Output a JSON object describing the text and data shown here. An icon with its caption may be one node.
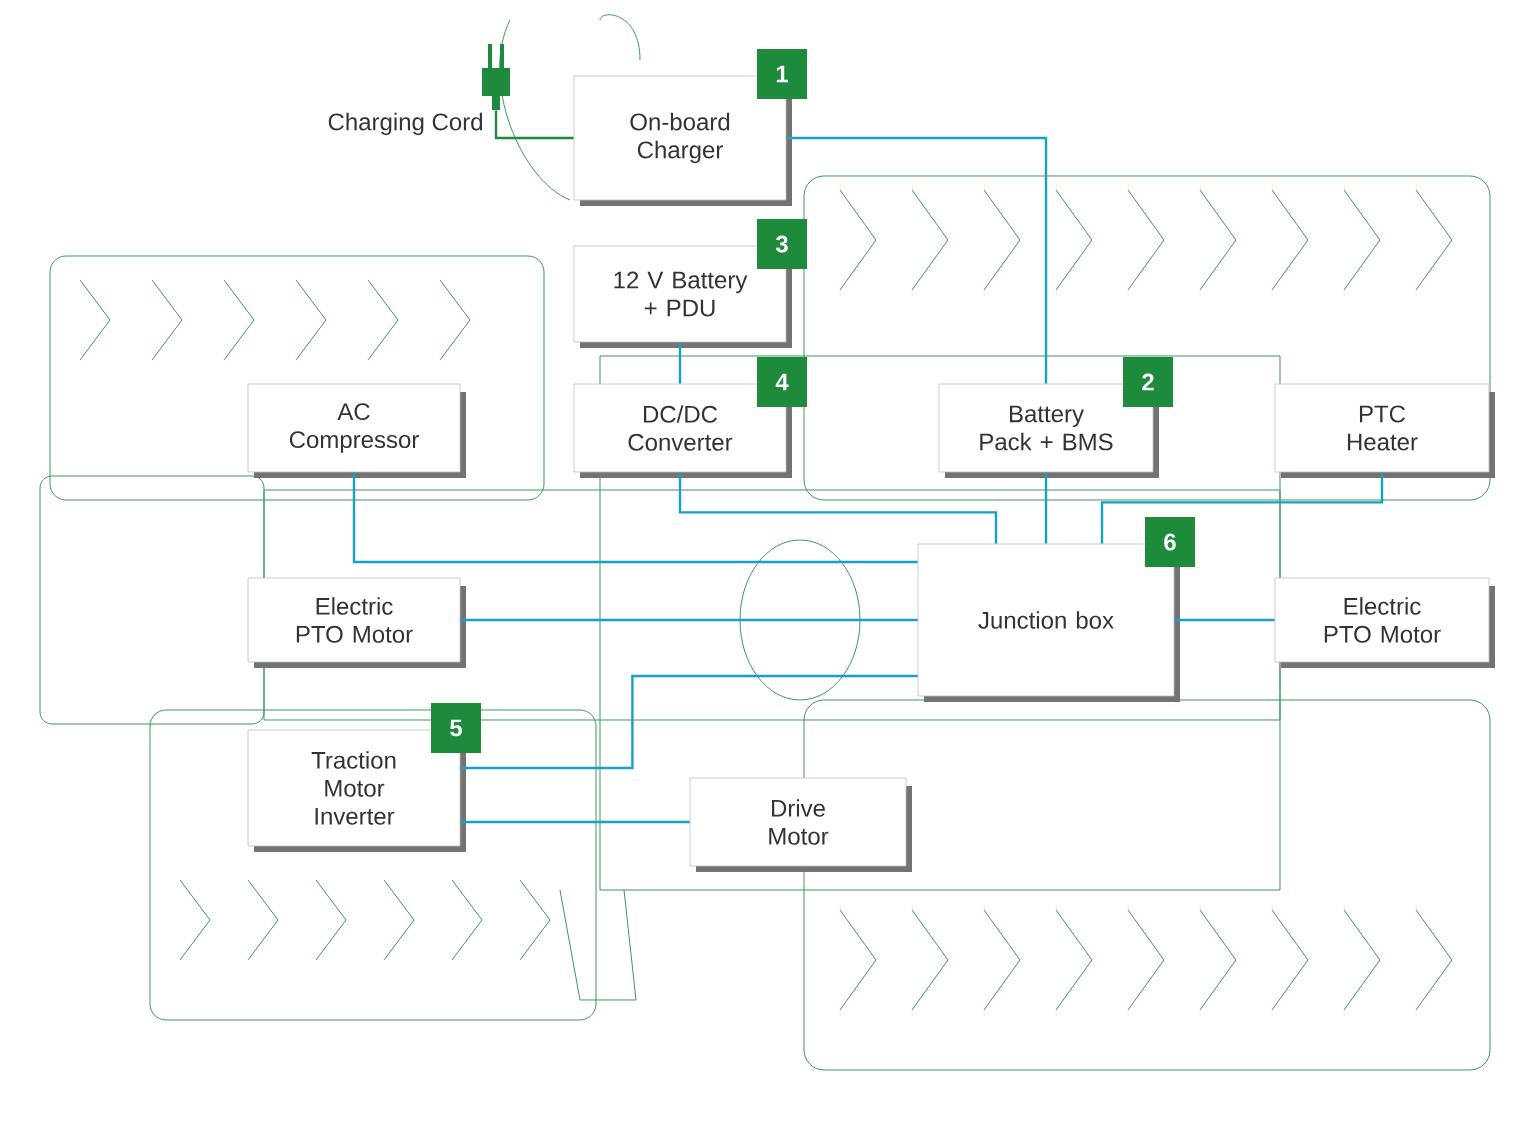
{
  "diagram": {
    "nodes": [
      {
        "text": [],
        "shape": "picture",
        "beside": [
          "Charging Cord"
        ]
      },
      {
        "text": [
          "On-board Charger"
        ],
        "beside": [
          "1"
        ]
      },
      {
        "text": [
          "12 V Battery + PDU"
        ],
        "beside": [
          "3"
        ]
      },
      {
        "text": [
          "AC Compressor"
        ]
      },
      {
        "text": [
          "DC/DC Converter"
        ],
        "beside": [
          "4"
        ]
      },
      {
        "text": [
          "Battery Pack + BMS"
        ],
        "beside": [
          "2"
        ]
      },
      {
        "text": [
          "PTC Heater"
        ]
      },
      {
        "text": [
          "Junction box"
        ],
        "beside": [
          "6"
        ]
      },
      {
        "text": [
          "Electric PTO Motor"
        ]
      },
      {
        "text": [
          "Electric PTO Motor"
        ]
      },
      {
        "text": [
          "Traction Motor Inverter"
        ],
        "beside": [
          "5"
        ]
      },
      {
        "text": [
          "Drive Motor"
        ]
      }
    ],
    "edges": [
      {
        "from": 0,
        "to": 1,
        "arrow": "none",
        "color": "#1e8a3c"
      },
      {
        "from": 1,
        "to": 5,
        "arrow": "none"
      },
      {
        "from": 2,
        "to": 4,
        "arrow": "none"
      },
      {
        "from": 4,
        "to": 7,
        "arrow": "none"
      },
      {
        "from": 5,
        "to": 7,
        "arrow": "none"
      },
      {
        "from": 6,
        "to": 7,
        "arrow": "none"
      },
      {
        "from": 3,
        "to": 7,
        "arrow": "none"
      },
      {
        "from": 8,
        "to": 7,
        "arrow": "none"
      },
      {
        "from": 9,
        "to": 7,
        "arrow": "none"
      },
      {
        "from": 10,
        "to": 7,
        "arrow": "none"
      },
      {
        "from": 10,
        "to": 11,
        "arrow": "none"
      }
    ]
  }
}
